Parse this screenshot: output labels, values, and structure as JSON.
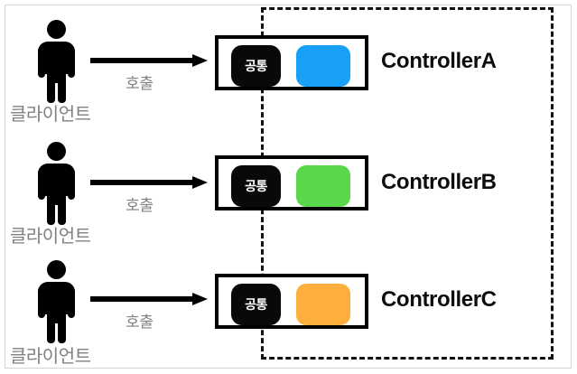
{
  "diagram": {
    "title": "Controller common-module call diagram",
    "colors": {
      "blue": "#17A0F5",
      "green": "#5BD74B",
      "orange": "#FCAF3C",
      "chip_black": "#090909",
      "label_gray": "#808080",
      "stroke_black": "#000000",
      "frame_gray": "#d5d5d5"
    },
    "boundary": {
      "name": "server-boundary",
      "style": "dashed"
    },
    "rows": [
      {
        "actor_label": "클라이언트",
        "arrow_label": "호출",
        "chip_label": "공통",
        "controller_label": "ControllerA",
        "accent_color": "#17A0F5"
      },
      {
        "actor_label": "클라이언트",
        "arrow_label": "호출",
        "chip_label": "공통",
        "controller_label": "ControllerB",
        "accent_color": "#5BD74B"
      },
      {
        "actor_label": "클라이언트",
        "arrow_label": "호출",
        "chip_label": "공통",
        "controller_label": "ControllerC",
        "accent_color": "#FCAF3C"
      }
    ]
  }
}
